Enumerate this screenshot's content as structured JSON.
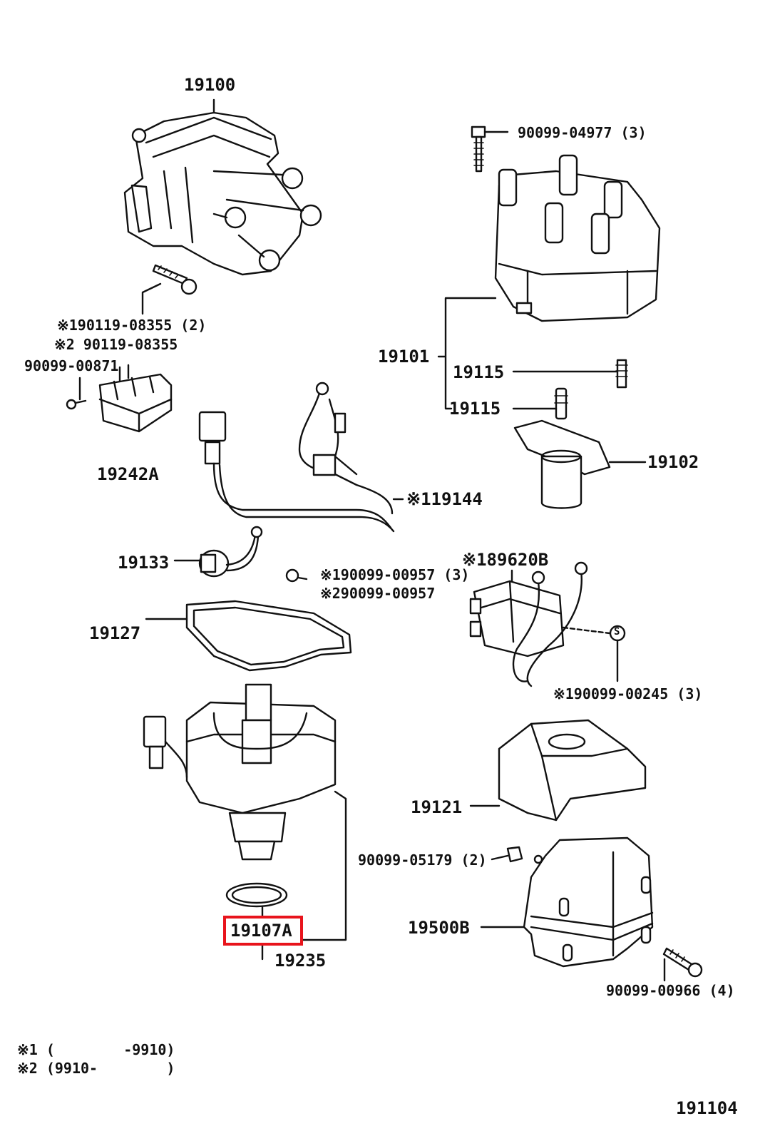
{
  "highlight_color": "#e8141c",
  "labels": {
    "p19100": "19100",
    "p90099_04977": "90099-04977 (3)",
    "p190119_08355_1": "※190119-08355 (2)",
    "p190119_08355_2": "※2 90119-08355",
    "p90099_00871": "90099-00871",
    "p19101": "19101",
    "p19115_a": "19115",
    "p19115_b": "19115",
    "p19242a": "19242A",
    "p19102": "19102",
    "p119144": "※119144",
    "p19133": "19133",
    "p189620b": "※189620B",
    "p190099_00957_1": "※190099-00957 (3)",
    "p190099_00957_2": "※290099-00957",
    "p19127": "19127",
    "p190099_00245": "※190099-00245 (3)",
    "s_mark": "S",
    "p19121": "19121",
    "p90099_05179": "90099-05179 (2)",
    "p19107a": "19107A",
    "p19500b": "19500B",
    "p19235": "19235",
    "p90099_00966": "90099-00966 (4)",
    "note1": "※1 (        -9910)",
    "note2": "※2 (9910-        )",
    "diagram_id": "191104"
  }
}
